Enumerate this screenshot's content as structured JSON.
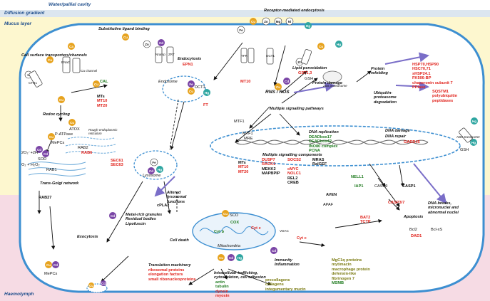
{
  "zones": {
    "cavity": "Water/pallial cavity",
    "gradient": "Diffusion gradient",
    "mucus": "Mucus layer",
    "haemolymph": "Haemolymph"
  },
  "colors": {
    "mucus": "#fdf7cf",
    "gradient": "#dce6ef",
    "haemo": "#f6dbe4",
    "membrane": "#3d8fd1",
    "red_label": "#e0221b",
    "green_label": "#1e7a1e",
    "olive_label": "#7a7a10"
  },
  "headings": {
    "substitutive": "Substitutive ligand binding",
    "receptor": "Receptor-mediated endocytosis",
    "transporters": "Cell surface transporters/channels",
    "endocytosis": "Endocytosis",
    "endosome": "Endosome",
    "redox": "Redox cycling",
    "lipid_perox": "Lipid peroxidation",
    "protein_damage": "Protein damage",
    "protein_refolding": "Protein refolding",
    "ubiquitin": "Ubiquitin-proteasome degradation",
    "proteasome": "26S proteasome",
    "rns_ros": "RNS / ROS",
    "multiple_pathways": "Multiple signalling pathways",
    "multiple_components": "Multiple signalling components",
    "dna_replication": "DNA replication",
    "dna_damage": "DNA damage",
    "dna_repair": "DNA repair",
    "dna_breaks": "DNA breaks, micronuclei and abnormal nuclei",
    "rer": "Rough endoplasmic reticulum",
    "lysosome": "Lysosome",
    "altered_lysosomal": "Altered lysosomal functions",
    "metal_granules": "Metal-rich granules Residual bodies Lipofuscin",
    "cell_death": "Cell death",
    "exocytosis": "Exocytosis",
    "trans_golgi": "Trans-Golgi network",
    "mitochondria": "Mitochondria",
    "apoptosis": "Apoptosis",
    "translation": "Translation machinery",
    "intracellular": "Intracellular trafficking, cytoskeleton, cell adhesion",
    "immunity": "Immunity Inflammation"
  },
  "proteins": {
    "epn1": "EPN1",
    "mts_top": [
      "MTs",
      "MT10",
      "MT20"
    ],
    "mt10": "MT10",
    "gst": "GST1,3",
    "gsh": "GSH",
    "hsp": [
      "HSP70,HSP90",
      "HSC70,71",
      "sHSP24.1",
      "FK506-BP",
      "chaperonin subunit 7",
      "PPIase"
    ],
    "sqstm": [
      "SQSTM1",
      "polyubiquitin",
      "peptidases"
    ],
    "cal": "CAL",
    "atox": "ATOX",
    "p_atpase": "P-ATPase",
    "mepcs": "MePCs",
    "rab1": "RAB1",
    "rab2": "RAB2",
    "rab6": "RAB6",
    "sec": [
      "SEC61",
      "SEC63"
    ],
    "rab27": "RAB27",
    "sod": "SOD",
    "sod_reaction_top": "2O₂⁻+2H⁺",
    "sod_reaction_bottom": "O₂ + H₂O₂",
    "dct1": "DCT1",
    "ft": "FT",
    "mtf1": "MTF1",
    "mre": "MRE",
    "mts_nuc": [
      "MTs",
      "MT10",
      "MT20"
    ],
    "signal_col1": [
      "DUSP7",
      "RACK1",
      "MEKK2",
      "MAPBPIP"
    ],
    "signal_col2": [
      "SOCS2",
      "",
      "cMYC",
      "NOLC1",
      "REL2",
      "CREB"
    ],
    "signal_col3": [
      "MRAS",
      "RalGEF"
    ],
    "dna_rep_green": [
      "DEADbox17",
      "DEADbox42",
      "INO80 complex",
      "PCNA"
    ],
    "gadd45": "GADD45",
    "nell1": "NELL1",
    "iap1": "IAP1",
    "casp9": "CASP9",
    "casp1": "CASP1",
    "casp37": "CASP3/7",
    "aven": "AVEN",
    "apaf": "APAF",
    "bat2": [
      "BAT2",
      "TCTP"
    ],
    "bcl2": "Bcl2",
    "bclxs": "Bcl-xS",
    "dad1": "DAD1",
    "cpla2": "cPLA2",
    "sco": "SCO",
    "cox": "COX",
    "cytb": "Cyt b",
    "cytc_in": "Cyt c",
    "cytc_out": "Cyt c",
    "vdac": "VDAC",
    "translation_list": [
      "ribosomal proteins",
      "elongation factors",
      "small ribonucleoproteins"
    ],
    "intracellular_list": [
      "actin",
      "tubulin",
      "dynein",
      "myosin"
    ],
    "precollagens": [
      "precollagens",
      "collagens",
      "integumentary mucin"
    ],
    "immunity_list": [
      "MgC1q proteins",
      "mytimacin",
      "macrophage protein",
      "defensin-like",
      "fibrinogen 7",
      "MSMB"
    ],
    "mtf1_nuc": "MTF1",
    "enac": "ENaC",
    "ca_channel": "Ca channel",
    "ctr1": "CTR1",
    "zrt": "ZRT",
    "tfr": "TFR",
    "nramp": "Nramp",
    "abc": "ABC transporter"
  },
  "metals": {
    "cu": "Cu",
    "cd": "Cd",
    "zn": "Zn",
    "hg": "Hg",
    "fe": "Fe",
    "ni": "Ni",
    "mg": "Mg",
    "h": "H"
  }
}
